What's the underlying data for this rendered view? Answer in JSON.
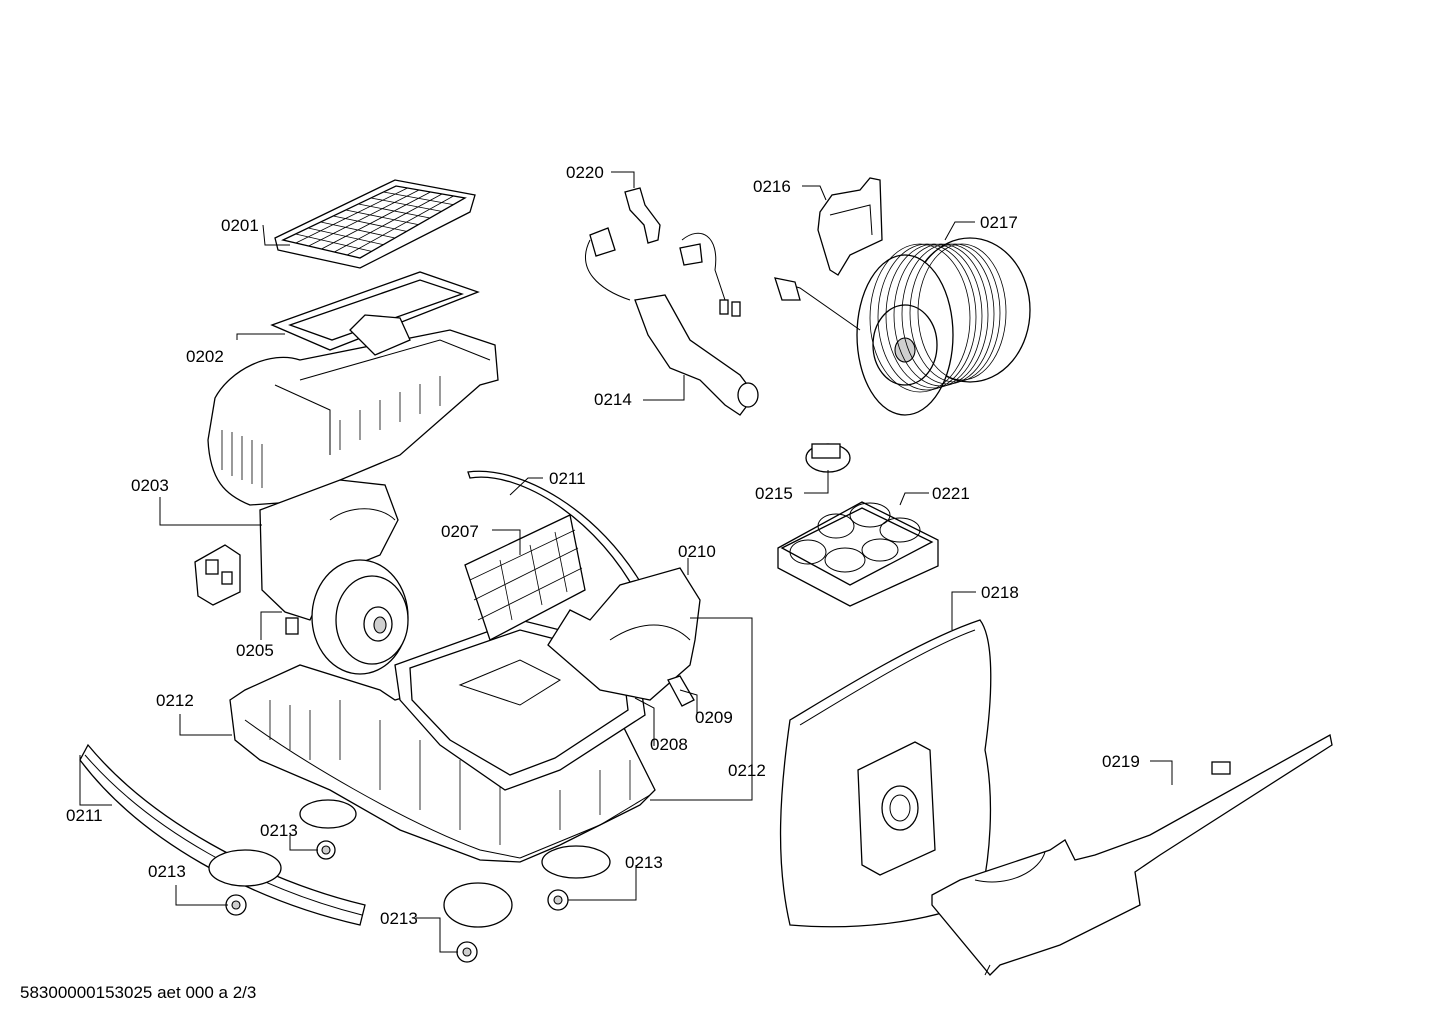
{
  "document_id": "58300000153025 aet 000 a 2/3",
  "callouts": {
    "c0201": "0201",
    "c0202": "0202",
    "c0203": "0203",
    "c0205": "0205",
    "c0207": "0207",
    "c0208": "0208",
    "c0209": "0209",
    "c0210": "0210",
    "c0211_top": "0211",
    "c0211_left": "0211",
    "c0212_left": "0212",
    "c0212_right": "0212",
    "c0213_a": "0213",
    "c0213_b": "0213",
    "c0213_c": "0213",
    "c0213_d": "0213",
    "c0214": "0214",
    "c0215": "0215",
    "c0216": "0216",
    "c0217": "0217",
    "c0218": "0218",
    "c0219": "0219",
    "c0220": "0220",
    "c0221": "0221"
  }
}
